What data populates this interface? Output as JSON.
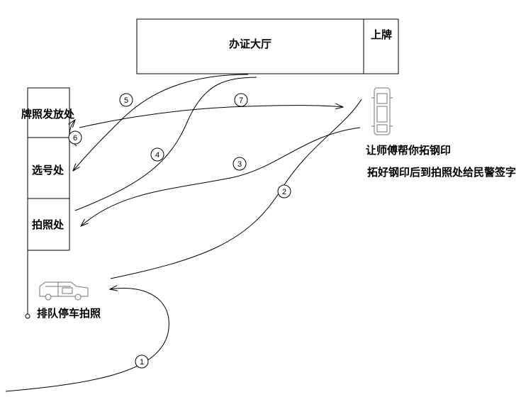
{
  "buildings": {
    "hall": "办证大厅",
    "plating": "上牌"
  },
  "stations": {
    "plate_issue": "牌照发放处",
    "number_select": "选号处",
    "photo": "拍照处"
  },
  "queue_label": "排队停车拍照",
  "note_lines": [
    "让师傅帮你拓钢印",
    "拓好钢印后到拍照处给民警签字"
  ],
  "steps": [
    "1",
    "2",
    "3",
    "4",
    "5",
    "6",
    "7"
  ],
  "colors": {
    "line": "#000000",
    "car": "#8c8c8c"
  },
  "icons": {
    "queue_car": "car-side-icon",
    "stamp_car": "car-top-icon"
  }
}
